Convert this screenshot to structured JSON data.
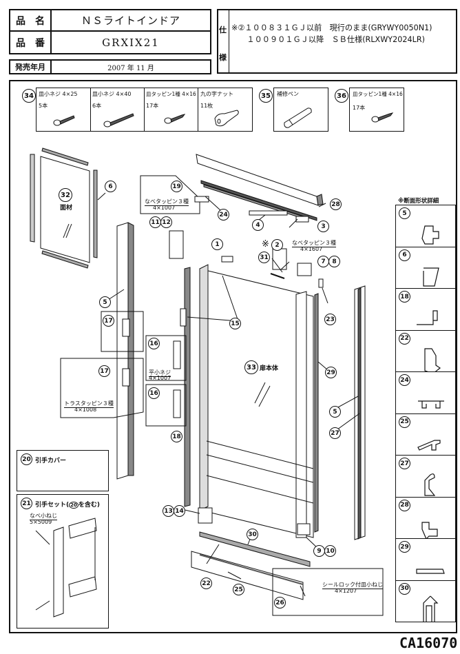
{
  "header": {
    "product_name_label": "品　名",
    "product_name": "ＮＳライトインドア",
    "product_number_label": "品　番",
    "product_number": "GRXIX21",
    "release_label": "発売年月",
    "release_date": "2007 年 11 月",
    "spec_label_top": "仕",
    "spec_label_bottom": "様",
    "spec_lines": [
      "※②１００８３１ＧＪ以前　現行のまま(GRYWY0050N1)",
      "　　１００９０１ＧＪ以降　ＳＢ仕様(RLXWY2024LR)"
    ]
  },
  "accessories": {
    "group_34_number": "34",
    "items_34": [
      {
        "name": "皿小ネジ 4×25",
        "qty": "5本",
        "icon": "screw-icon"
      },
      {
        "name": "皿小ネジ 4×40",
        "qty": "6本",
        "icon": "long-screw-icon"
      },
      {
        "name": "皿タッピン1種 4×16",
        "qty": "17本",
        "icon": "tapping-screw-icon"
      },
      {
        "name": "九の字ナット",
        "qty": "11枚",
        "icon": "nut-icon"
      }
    ],
    "item_35": {
      "number": "35",
      "name": "補修ペン",
      "icon": "touch-up-pen-icon"
    },
    "item_36": {
      "number": "36",
      "name": "皿タッピン1種 4×16",
      "qty": "17本",
      "icon": "tapping-screw-icon"
    }
  },
  "diagram": {
    "parts": {
      "p1": "1",
      "p2": "2",
      "p3": "3",
      "p4": "4",
      "p5a": "5",
      "p5b": "5",
      "p6": "6",
      "p7": "7",
      "p8": "8",
      "p9": "9",
      "p10": "10",
      "p11": "11",
      "p12": "12",
      "p13": "13",
      "p14": "14",
      "p15": "15",
      "p16a": "16",
      "p16b": "16",
      "p17a": "17",
      "p17b": "17",
      "p18": "18",
      "p19": "19",
      "p20": "20",
      "p21": "21",
      "p22": "22",
      "p23": "23",
      "p24": "24",
      "p25": "25",
      "p26": "26",
      "p27": "27",
      "p28": "28",
      "p29": "29",
      "p30": "30",
      "p31": "31",
      "p32": "32",
      "p33": "33"
    },
    "part_32_name": "面材",
    "part_33_name": "扉本体",
    "part_2_mark": "※",
    "screw_19": {
      "name": "なべタッピン３種",
      "size": "4×1007"
    },
    "screw_2": {
      "name": "なべタッピン３種",
      "size": "4×1607"
    },
    "screw_16": {
      "name": "平小ネジ",
      "size": "4×1007"
    },
    "screw_17": {
      "name": "トラスタッピン３種",
      "size": "4×1008"
    },
    "screw_26": {
      "name": "シールロック付皿小ねじ",
      "size": "4×1207"
    },
    "inset_20": {
      "number": "20",
      "title": "引手カバー"
    },
    "inset_21": {
      "number": "21",
      "title_pre": "引手セット(",
      "title_ref": "20",
      "title_post": "を含む)",
      "screw_name": "なべ小ねじ",
      "screw_size": "5×5009"
    }
  },
  "cross_sections": {
    "title": "※断面形状詳細",
    "items": [
      "5",
      "6",
      "18",
      "22",
      "24",
      "25",
      "27",
      "28",
      "29",
      "30"
    ]
  },
  "footer": {
    "doc_code": "CA16070"
  }
}
